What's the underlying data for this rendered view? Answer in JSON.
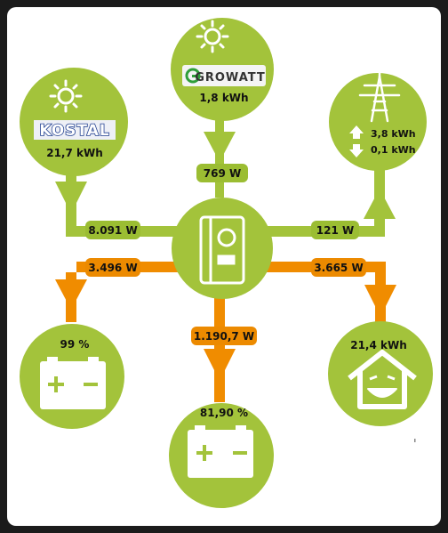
{
  "nodes": {
    "growatt": {
      "brand": "GROWATT",
      "value": "1,8 kWh"
    },
    "kostal": {
      "brand": "KOSTAL",
      "value": "21,7 kWh"
    },
    "grid": {
      "import": "3,8 kWh",
      "export": "0,1 kWh"
    },
    "battery_left": {
      "value": "99 %"
    },
    "battery_center": {
      "value": "81,90 %"
    },
    "house": {
      "value": "21,4 kWh"
    }
  },
  "flows": {
    "growatt_to_inverter": "769 W",
    "kostal_to_inverter": "8.091 W",
    "inverter_to_grid": "121 W",
    "inverter_to_battery_left": "3.496 W",
    "inverter_to_battery_center": "1.190,7 W",
    "inverter_to_house": "3.665 W"
  },
  "colors": {
    "green": "#a3c33b",
    "green_pill": "#9bbd32",
    "orange": "#f08c00",
    "orange_pill": "#ec8a00",
    "background": "#1b1b1b",
    "card": "#ffffff"
  },
  "icons": {
    "sun": "sun-icon",
    "pylon": "power-pylon-icon",
    "battery": "battery-icon",
    "house": "smiling-house-icon",
    "inverter": "inverter-icon"
  }
}
